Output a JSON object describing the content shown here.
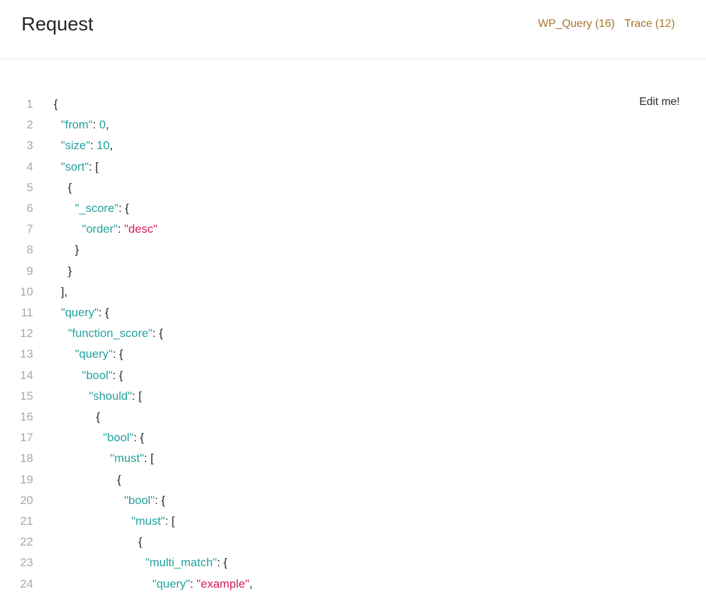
{
  "header": {
    "title": "Request",
    "links": [
      {
        "label": "WP_Query (16)"
      },
      {
        "label": "Trace (12)"
      }
    ]
  },
  "editor": {
    "hint": "Edit me!",
    "lines": [
      {
        "n": "1",
        "indent": 0,
        "tokens": [
          {
            "t": "punc",
            "v": "{"
          }
        ]
      },
      {
        "n": "2",
        "indent": 1,
        "tokens": [
          {
            "t": "key",
            "v": "\"from\""
          },
          {
            "t": "punc",
            "v": ": "
          },
          {
            "t": "num",
            "v": "0"
          },
          {
            "t": "punc",
            "v": ","
          }
        ]
      },
      {
        "n": "3",
        "indent": 1,
        "tokens": [
          {
            "t": "key",
            "v": "\"size\""
          },
          {
            "t": "punc",
            "v": ": "
          },
          {
            "t": "num",
            "v": "10"
          },
          {
            "t": "punc",
            "v": ","
          }
        ]
      },
      {
        "n": "4",
        "indent": 1,
        "tokens": [
          {
            "t": "key",
            "v": "\"sort\""
          },
          {
            "t": "punc",
            "v": ": ["
          }
        ]
      },
      {
        "n": "5",
        "indent": 2,
        "tokens": [
          {
            "t": "punc",
            "v": "{"
          }
        ]
      },
      {
        "n": "6",
        "indent": 3,
        "tokens": [
          {
            "t": "key",
            "v": "\"_score\""
          },
          {
            "t": "punc",
            "v": ": {"
          }
        ]
      },
      {
        "n": "7",
        "indent": 4,
        "tokens": [
          {
            "t": "key",
            "v": "\"order\""
          },
          {
            "t": "punc",
            "v": ": "
          },
          {
            "t": "str",
            "v": "\"desc\""
          }
        ]
      },
      {
        "n": "8",
        "indent": 3,
        "tokens": [
          {
            "t": "punc",
            "v": "}"
          }
        ]
      },
      {
        "n": "9",
        "indent": 2,
        "tokens": [
          {
            "t": "punc",
            "v": "}"
          }
        ]
      },
      {
        "n": "10",
        "indent": 1,
        "tokens": [
          {
            "t": "punc",
            "v": "],"
          }
        ]
      },
      {
        "n": "11",
        "indent": 1,
        "tokens": [
          {
            "t": "key",
            "v": "\"query\""
          },
          {
            "t": "punc",
            "v": ": {"
          }
        ]
      },
      {
        "n": "12",
        "indent": 2,
        "tokens": [
          {
            "t": "key",
            "v": "\"function_score\""
          },
          {
            "t": "punc",
            "v": ": {"
          }
        ]
      },
      {
        "n": "13",
        "indent": 3,
        "tokens": [
          {
            "t": "key",
            "v": "\"query\""
          },
          {
            "t": "punc",
            "v": ": {"
          }
        ]
      },
      {
        "n": "14",
        "indent": 4,
        "tokens": [
          {
            "t": "key",
            "v": "\"bool\""
          },
          {
            "t": "punc",
            "v": ": {"
          }
        ]
      },
      {
        "n": "15",
        "indent": 5,
        "tokens": [
          {
            "t": "key",
            "v": "\"should\""
          },
          {
            "t": "punc",
            "v": ": ["
          }
        ]
      },
      {
        "n": "16",
        "indent": 6,
        "tokens": [
          {
            "t": "punc",
            "v": "{"
          }
        ]
      },
      {
        "n": "17",
        "indent": 7,
        "tokens": [
          {
            "t": "key",
            "v": "\"bool\""
          },
          {
            "t": "punc",
            "v": ": {"
          }
        ]
      },
      {
        "n": "18",
        "indent": 8,
        "tokens": [
          {
            "t": "key",
            "v": "\"must\""
          },
          {
            "t": "punc",
            "v": ": ["
          }
        ]
      },
      {
        "n": "19",
        "indent": 9,
        "tokens": [
          {
            "t": "punc",
            "v": "{"
          }
        ]
      },
      {
        "n": "20",
        "indent": 10,
        "tokens": [
          {
            "t": "key",
            "v": "\"bool\""
          },
          {
            "t": "punc",
            "v": ": {"
          }
        ]
      },
      {
        "n": "21",
        "indent": 11,
        "tokens": [
          {
            "t": "key",
            "v": "\"must\""
          },
          {
            "t": "punc",
            "v": ": ["
          }
        ]
      },
      {
        "n": "22",
        "indent": 12,
        "tokens": [
          {
            "t": "punc",
            "v": "{"
          }
        ]
      },
      {
        "n": "23",
        "indent": 13,
        "tokens": [
          {
            "t": "key",
            "v": "\"multi_match\""
          },
          {
            "t": "punc",
            "v": ": {"
          }
        ]
      },
      {
        "n": "24",
        "indent": 14,
        "tokens": [
          {
            "t": "key",
            "v": "\"query\""
          },
          {
            "t": "punc",
            "v": ": "
          },
          {
            "t": "str",
            "v": "\"example\""
          },
          {
            "t": "punc",
            "v": ","
          }
        ]
      }
    ]
  }
}
